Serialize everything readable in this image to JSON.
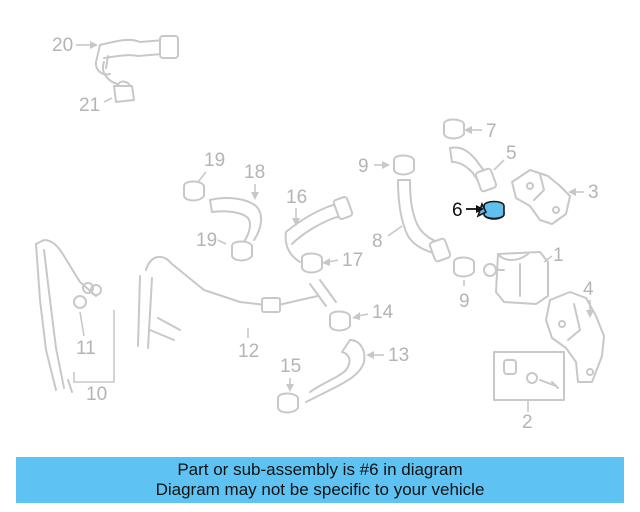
{
  "callouts": {
    "c1": "1",
    "c2": "2",
    "c3": "3",
    "c4": "4",
    "c5": "5",
    "c6": "6",
    "c7": "7",
    "c8": "8",
    "c9a": "9",
    "c9b": "9",
    "c10": "10",
    "c11": "11",
    "c12": "12",
    "c13": "13",
    "c14": "14",
    "c15": "15",
    "c16": "16",
    "c17": "17",
    "c18": "18",
    "c19a": "19",
    "c19b": "19",
    "c20": "20",
    "c21": "21"
  },
  "highlight_color": "#5ec3f3",
  "banner": {
    "line1": "Part or sub-assembly is #6 in diagram",
    "line2": "Diagram may not be specific to your vehicle"
  }
}
